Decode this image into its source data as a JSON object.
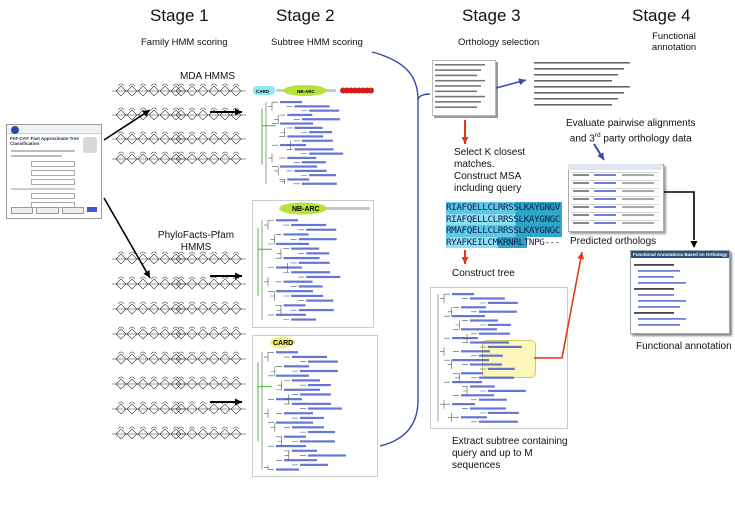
{
  "stages": [
    {
      "title": "Stage 1",
      "subtitle": "Family HMM scoring"
    },
    {
      "title": "Stage 2",
      "subtitle": "Subtree HMM scoring"
    },
    {
      "title": "Stage 3",
      "subtitle": "Orthology selection"
    },
    {
      "title": "Stage  4",
      "subtitle": "Functional annotation"
    }
  ],
  "labels": {
    "mda_hmms": "MDA HMMS",
    "phylofacts_line1": "PhyloFacts-Pfam",
    "phylofacts_line2": "HMMS",
    "select_k_line1": "Select K closest",
    "select_k_line2": "matches.",
    "select_k_line3": "Construct MSA",
    "select_k_line4": "including query",
    "construct_tree": "Construct  tree",
    "extract_line1": "Extract subtree containing",
    "extract_line2": "query and up to M",
    "extract_line3": "sequences",
    "evaluate_line1": "Evaluate pairwise alignments",
    "evaluate_line2": "and 3",
    "evaluate_sup": "rd",
    "evaluate_line2b": " party orthology data",
    "predicted_orthologs": "Predicted orthologs",
    "functional_annotation": "Functional annotation"
  },
  "domains": {
    "card": "CARD",
    "nbarc": "NB-ARC"
  },
  "msa_rows": [
    "RIAFQELLCLRRSSLKAYGNGV",
    "RIAFQELLCLRRSSLKAYGNGC",
    "RMAFQELLCLRRSSLKAYGNGC",
    "RYAFKEILCMKRNRLTNPG---"
  ],
  "web_form": {
    "title": "FAT-CAT: Fast Approximate Tree Classification"
  },
  "func_panel": {
    "title": "Functional Annotations Based on Orthology"
  },
  "colors": {
    "blue_arrow": "#3a4ba6",
    "red_arrow": "#e0391a",
    "black_arrow": "#000000",
    "domain_green": "#b6e23a",
    "domain_cyan": "#8fe7f2",
    "domain_red": "#d81c1c",
    "card_yellow": "#f4ee7c",
    "msa_cyan": "#20c4d6",
    "highlight_yellow": "#fbf6b3",
    "tree_green": "#3bbf2b",
    "link_blue": "#3348c8"
  }
}
